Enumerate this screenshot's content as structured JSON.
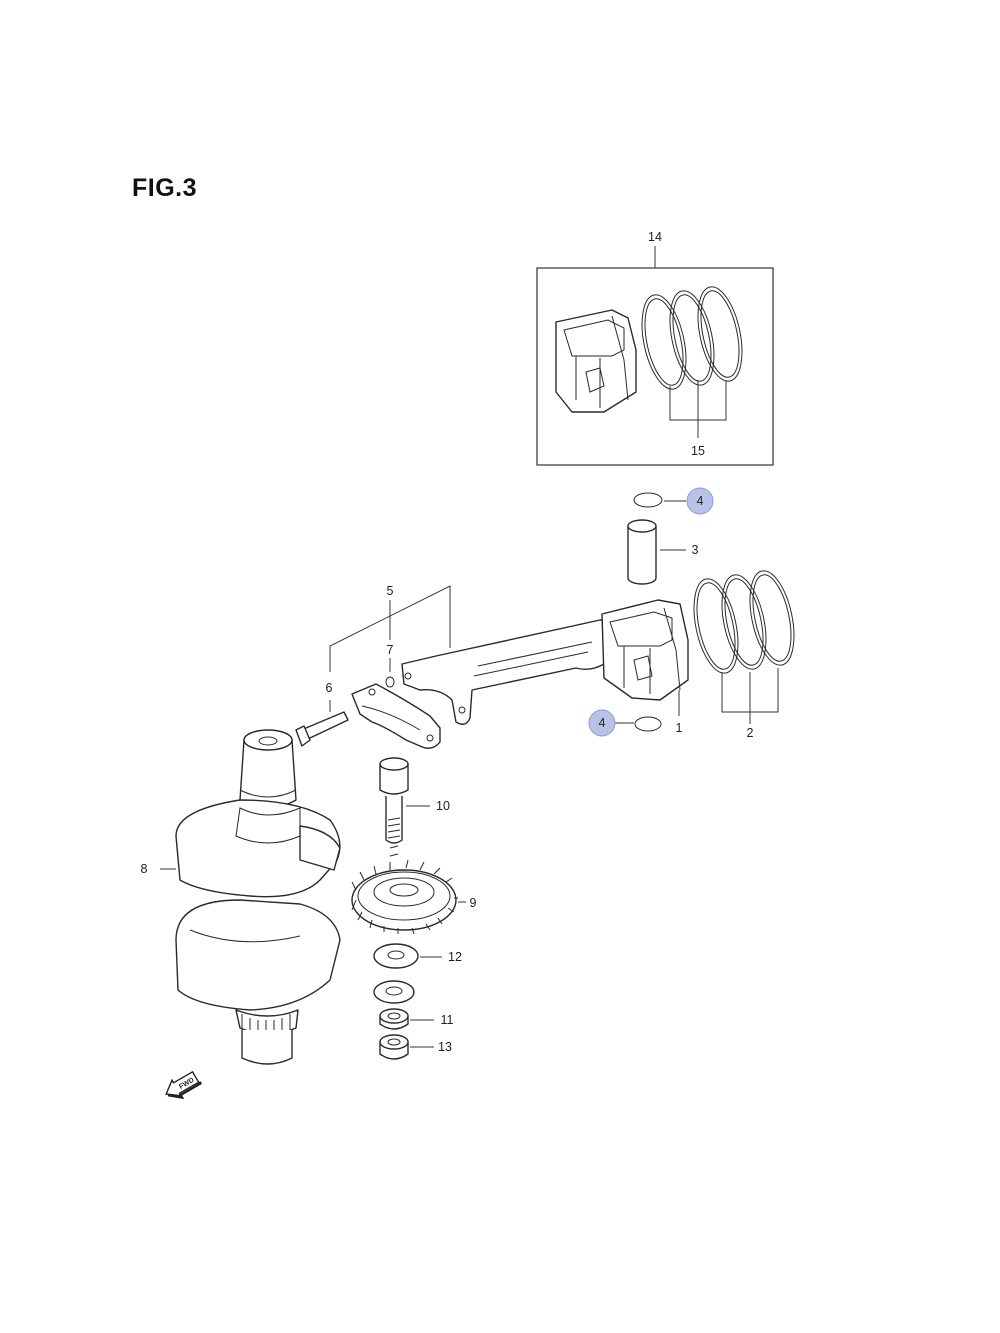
{
  "figure": {
    "title": "FIG.3"
  },
  "callouts": [
    {
      "id": "14",
      "text": "14"
    },
    {
      "id": "15",
      "text": "15"
    },
    {
      "id": "4a",
      "text": "4",
      "highlighted": true
    },
    {
      "id": "3",
      "text": "3"
    },
    {
      "id": "5",
      "text": "5"
    },
    {
      "id": "7",
      "text": "7"
    },
    {
      "id": "6",
      "text": "6"
    },
    {
      "id": "1",
      "text": "1"
    },
    {
      "id": "2",
      "text": "2"
    },
    {
      "id": "4b",
      "text": "4",
      "highlighted": true
    },
    {
      "id": "10",
      "text": "10"
    },
    {
      "id": "8",
      "text": "8"
    },
    {
      "id": "9",
      "text": "9"
    },
    {
      "id": "12",
      "text": "12"
    },
    {
      "id": "11",
      "text": "11"
    },
    {
      "id": "13",
      "text": "13"
    }
  ],
  "fwd_label": "FWD",
  "colors": {
    "highlight": "#b9c2e8",
    "line": "#2a2a2a"
  }
}
